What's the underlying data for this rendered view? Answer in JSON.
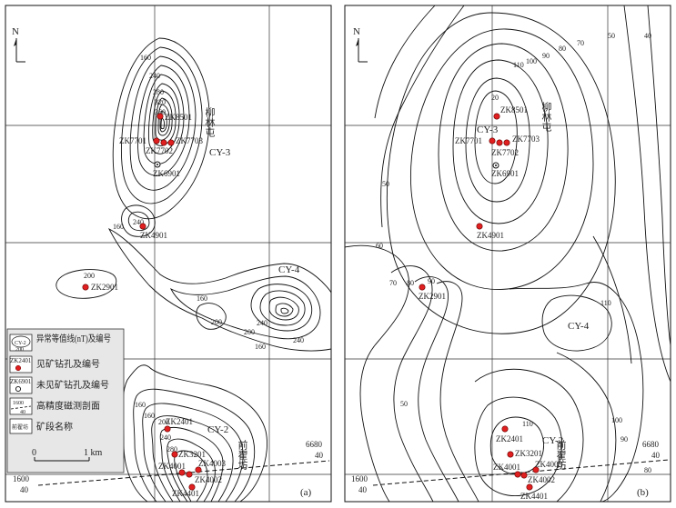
{
  "panel_a": {
    "label": "(a)",
    "north": "N",
    "anomaly_labels": {
      "cy3": "CY-3",
      "cy4": "CY-4",
      "cy2": "CY-2"
    },
    "place_labels": {
      "liulintun": "柳林屯",
      "qianquefang": "前翟坊"
    },
    "contour_labels": [
      "160",
      "240",
      "280",
      "320",
      "360",
      "240",
      "160",
      "200",
      "160",
      "200",
      "240",
      "200",
      "240",
      "160",
      "160",
      "240",
      "200",
      "160",
      "280"
    ],
    "boreholes": {
      "zk8501": "ZK8501",
      "zk7701": "ZK7701",
      "zk7702": "ZK7702",
      "zk7703": "ZK7703",
      "zk6901": "ZK6901",
      "zk4901": "ZK4901",
      "zk2901": "ZK2901",
      "zk2401": "ZK2401",
      "zk3201": "ZK3201",
      "zk4001": "ZK4001",
      "zk4002": "ZK4002",
      "zk4003": "ZK4003",
      "zk4401": "ZK4401"
    },
    "profile_labels": {
      "left_top": "1600",
      "left_bottom": "40",
      "right_top": "6680",
      "right_bottom": "40"
    },
    "legend": {
      "items": [
        {
          "symbol_text": "CY-2",
          "symbol_value": "200",
          "label": "异常等值线(nT)及编号"
        },
        {
          "symbol_text": "ZK2401",
          "label": "见矿钻孔及编号"
        },
        {
          "symbol_text": "ZK6901",
          "label": "未见矿钻孔及编号"
        },
        {
          "symbol_text": "1600",
          "symbol_value": "40",
          "label": "高精度磁测剖面"
        },
        {
          "symbol_text": "前翟坊",
          "label": "矿段名称"
        }
      ],
      "scale_start": "0",
      "scale_end": "1 km"
    }
  },
  "panel_b": {
    "label": "(b)",
    "north": "N",
    "anomaly_labels": {
      "cy3": "CY-3",
      "cy4": "CY-4",
      "cy2": "CY-2"
    },
    "place_labels": {
      "liulintun": "柳林屯",
      "qianquefang": "前翟坊"
    },
    "contour_labels": [
      "50",
      "110",
      "100",
      "90",
      "80",
      "70",
      "60",
      "50",
      "40",
      "20",
      "50",
      "60",
      "70",
      "80",
      "90",
      "110",
      "110",
      "100",
      "90",
      "80",
      "50"
    ],
    "boreholes": {
      "zk8501": "ZK8501",
      "zk7701": "ZK7701",
      "zk7702": "ZK7702",
      "zk7703": "ZK7703",
      "zk6901": "ZK6901",
      "zk4901": "ZK4901",
      "zk2901": "ZK2901",
      "zk2401": "ZK2401",
      "zk3201": "ZK3201",
      "zk4001": "ZK4001",
      "zk4002": "ZK4002",
      "zk4003": "ZK4003",
      "zk4401": "ZK4401"
    },
    "profile_labels": {
      "left_top": "1600",
      "left_bottom": "40",
      "right_top": "6680",
      "right_bottom": "40"
    }
  }
}
